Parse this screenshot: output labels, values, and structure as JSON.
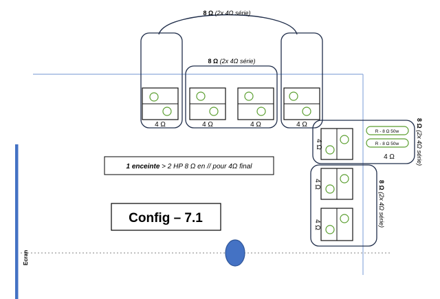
{
  "top_arc": {
    "strong": "8 Ω",
    "rest": " (2x 4Ω série)"
  },
  "front_group_label": {
    "strong": "8 Ω",
    "rest": " (2x 4Ω série)"
  },
  "front_speakers": [
    "4 Ω",
    "4 Ω",
    "4 Ω",
    "4 Ω"
  ],
  "side_right": {
    "speaker": "4 Ω",
    "resistors": [
      "R - 8 Ω 50w",
      "R - 8 Ω 50w"
    ],
    "resistor_total": "4 Ω",
    "label_strong": "8 Ω",
    "label_rest": " (2x 4Ω série)"
  },
  "rear_right": {
    "speakers": [
      "4 Ω",
      "4 Ω"
    ],
    "label_strong": "8 Ω",
    "label_rest": " (2x 4Ω série)"
  },
  "note": {
    "strong": "1 enceinte",
    "rest": " > 2 HP 8 Ω en // pour 4Ω final"
  },
  "config_title": "Config – 7.1",
  "screen_label": "Ecran",
  "colors": {
    "screen": "#4472c4",
    "listener": "#4472c4",
    "guide": "#8eaadb",
    "driver": "#5a9e2f"
  }
}
